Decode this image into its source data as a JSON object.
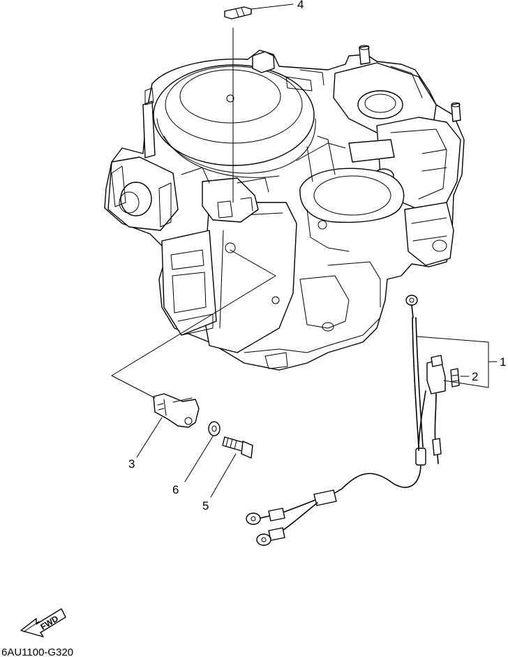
{
  "diagram": {
    "callouts": [
      {
        "id": "1",
        "label": "1"
      },
      {
        "id": "2",
        "label": "2"
      },
      {
        "id": "3",
        "label": "3"
      },
      {
        "id": "4",
        "label": "4"
      },
      {
        "id": "5",
        "label": "5"
      },
      {
        "id": "6",
        "label": "6"
      }
    ],
    "direction_label": "FWD",
    "drawing_code": "6AU1100-G320"
  }
}
